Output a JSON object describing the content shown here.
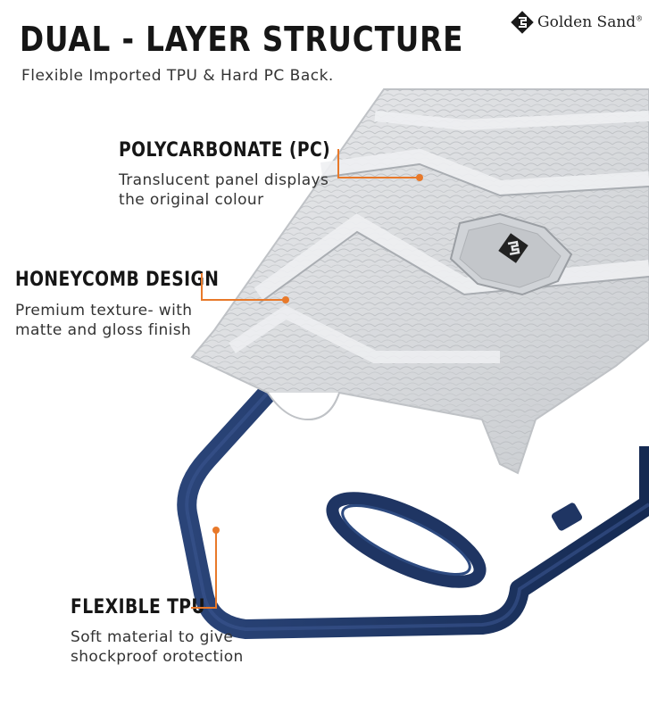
{
  "header": {
    "title": "DUAL - LAYER STRUCTURE",
    "subtitle": "Flexible Imported TPU & Hard PC Back."
  },
  "brand": {
    "name": "Golden Sand",
    "mark": "®",
    "icon": "golden-sand-logo-icon"
  },
  "features": [
    {
      "title": "POLYCARBONATE (PC)",
      "desc_line1": "Translucent panel displays",
      "desc_line2": "the original colour"
    },
    {
      "title": "HONEYCOMB DESIGN",
      "desc_line1": "Premium texture- with",
      "desc_line2": "matte and gloss finish"
    },
    {
      "title": "FLEXIBLE TPU",
      "desc_line1": "Soft material to give",
      "desc_line2": "shockproof orotection"
    }
  ],
  "colors": {
    "accent": "#e8792a",
    "tpu_blue": "#1f3563",
    "pc_clear": "#d9dbde"
  }
}
